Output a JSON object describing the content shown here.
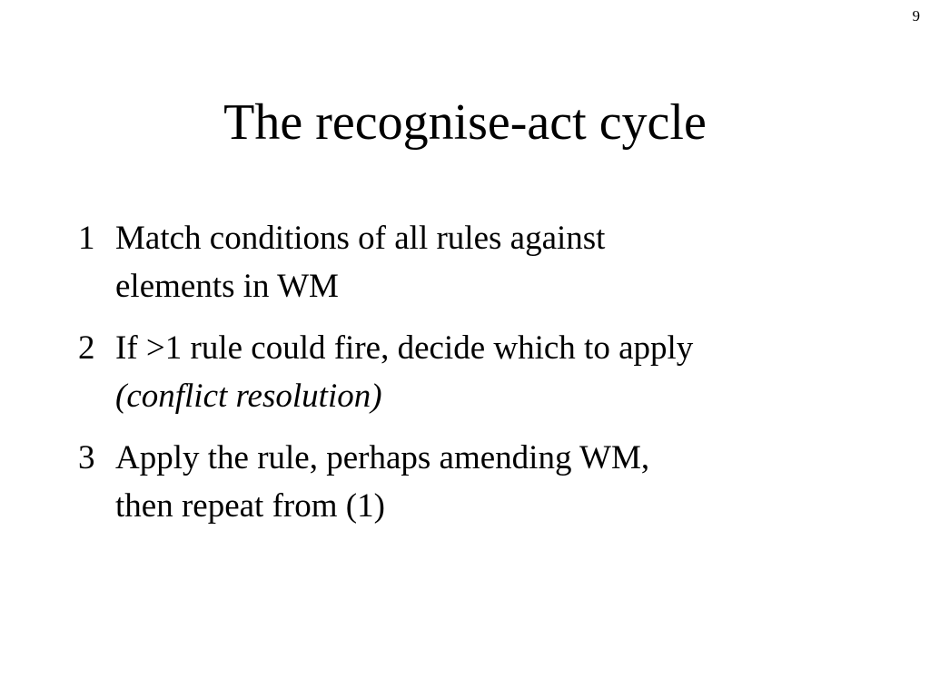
{
  "page_number": "9",
  "title": "The recognise-act cycle",
  "items": [
    {
      "number": "1",
      "line1": "Match conditions of all rules against",
      "line2": "elements in WM"
    },
    {
      "number": "2",
      "line1": "If >1 rule could fire, decide which to apply",
      "line2": "(conflict resolution)"
    },
    {
      "number": "3",
      "line1": "Apply the rule, perhaps amending WM,",
      "line2": "then repeat from (1)"
    }
  ]
}
